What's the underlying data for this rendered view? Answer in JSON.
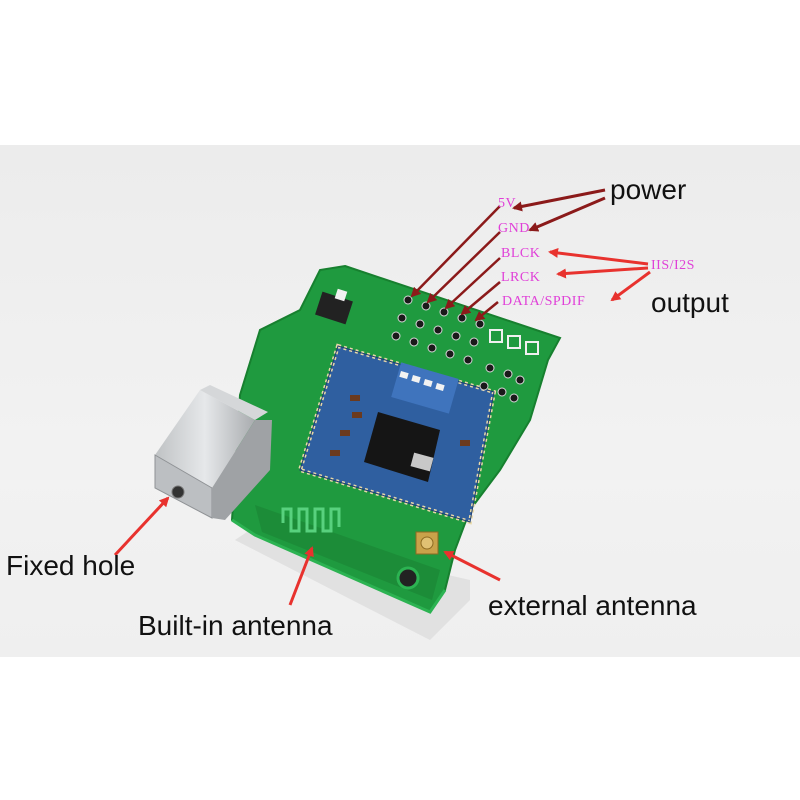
{
  "labels": {
    "power": "power",
    "output": "output",
    "iis": "IIS/I2S",
    "fixed_hole": "Fixed hole",
    "builtin_antenna": "Built-in antenna",
    "external_antenna": "external antenna"
  },
  "pins": [
    "5V",
    "GND",
    "BLCK",
    "LRCK",
    "DATA/SPDIF"
  ],
  "colors": {
    "pcb_green": "#1f9a3f",
    "module_blue": "#2f5fa0",
    "arrow_dark": "#8b1a1a",
    "arrow_red": "#e8322e",
    "pin_label": "#e040d8"
  }
}
